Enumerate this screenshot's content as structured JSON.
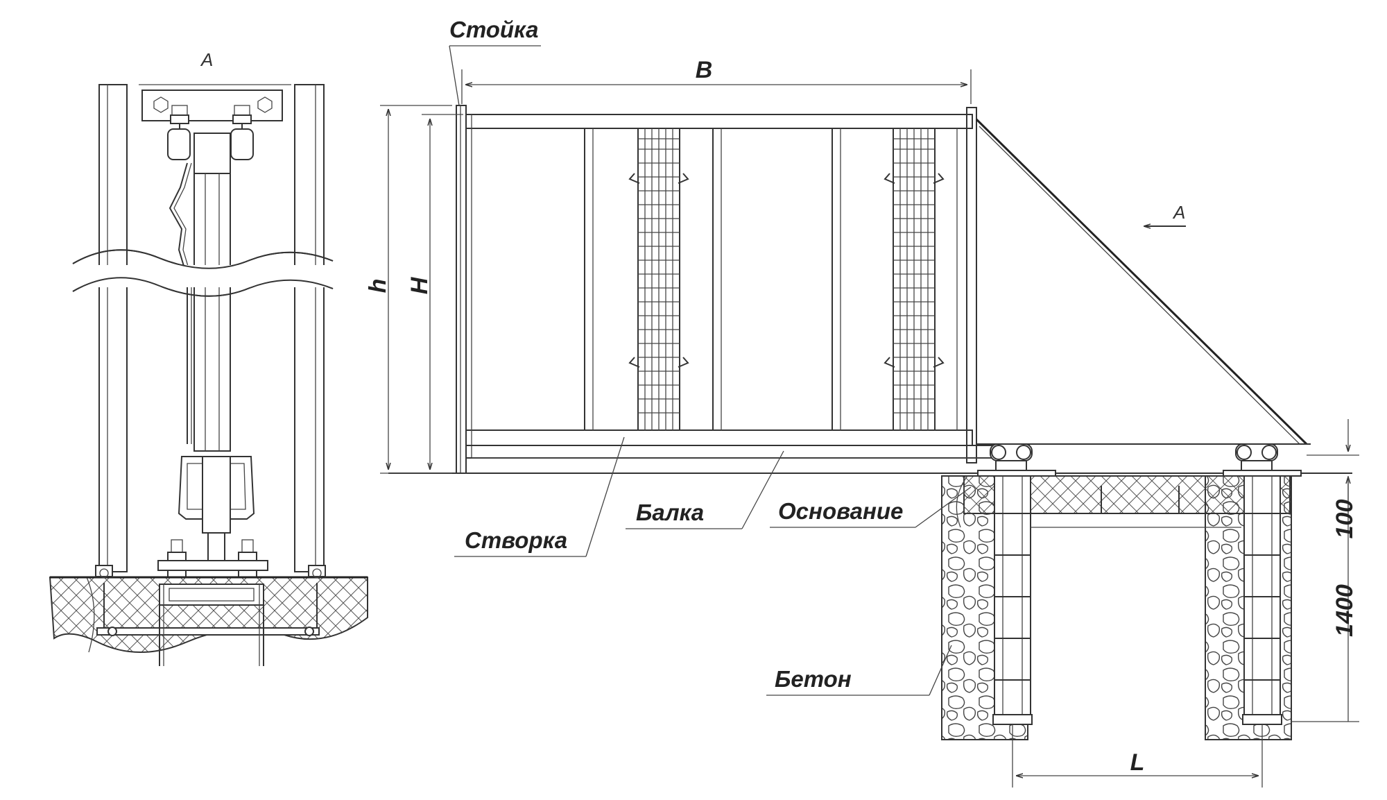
{
  "labels": {
    "stoyka": "Стойка",
    "stvorka": "Створка",
    "balka": "Балка",
    "osnovanie": "Основание",
    "beton": "Бетон"
  },
  "dimensions": {
    "B": "B",
    "h": "h",
    "H": "H",
    "L": "L",
    "d100": "100",
    "d1400": "1400"
  },
  "view_markers": {
    "section_view": "A",
    "arrow_view": "A"
  },
  "colors": {
    "line": "#333333",
    "background": "#ffffff"
  }
}
